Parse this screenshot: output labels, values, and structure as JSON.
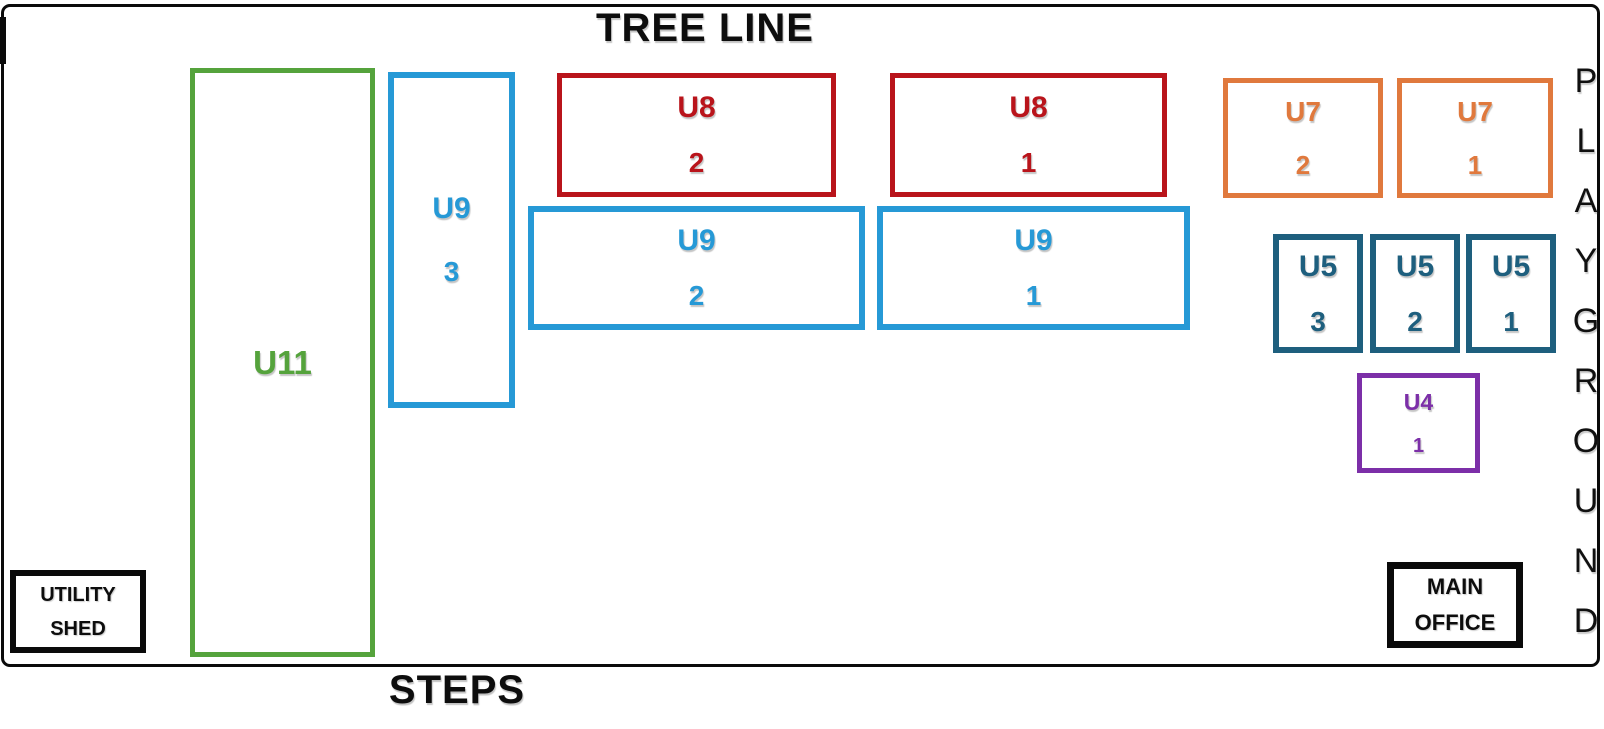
{
  "diagram": {
    "top_label": "TREE LINE",
    "bottom_label": "STEPS",
    "right_label": "PLAYGROUND"
  },
  "fields": {
    "u11": {
      "label": "U11",
      "number": ""
    },
    "u9_3": {
      "label": "U9",
      "number": "3"
    },
    "u9_2": {
      "label": "U9",
      "number": "2"
    },
    "u9_1": {
      "label": "U9",
      "number": "1"
    },
    "u8_2": {
      "label": "U8",
      "number": "2"
    },
    "u8_1": {
      "label": "U8",
      "number": "1"
    },
    "u7_2": {
      "label": "U7",
      "number": "2"
    },
    "u7_1": {
      "label": "U7",
      "number": "1"
    },
    "u5_3": {
      "label": "U5",
      "number": "3"
    },
    "u5_2": {
      "label": "U5",
      "number": "2"
    },
    "u5_1": {
      "label": "U5",
      "number": "1"
    },
    "u4_1": {
      "label": "U4",
      "number": "1"
    }
  },
  "buildings": {
    "utility_shed": {
      "line1": "UTILITY",
      "line2": "SHED"
    },
    "main_office": {
      "line1": "MAIN",
      "line2": "OFFICE"
    }
  },
  "colors": {
    "u11_green": "#55a33c",
    "u9_blue": "#2699d6",
    "u8_red": "#b9141b",
    "u7_orange": "#e0793d",
    "u5_teal": "#1e5f7e",
    "u4_purple": "#7c2fa8",
    "outline_black": "#0a0a0a"
  }
}
